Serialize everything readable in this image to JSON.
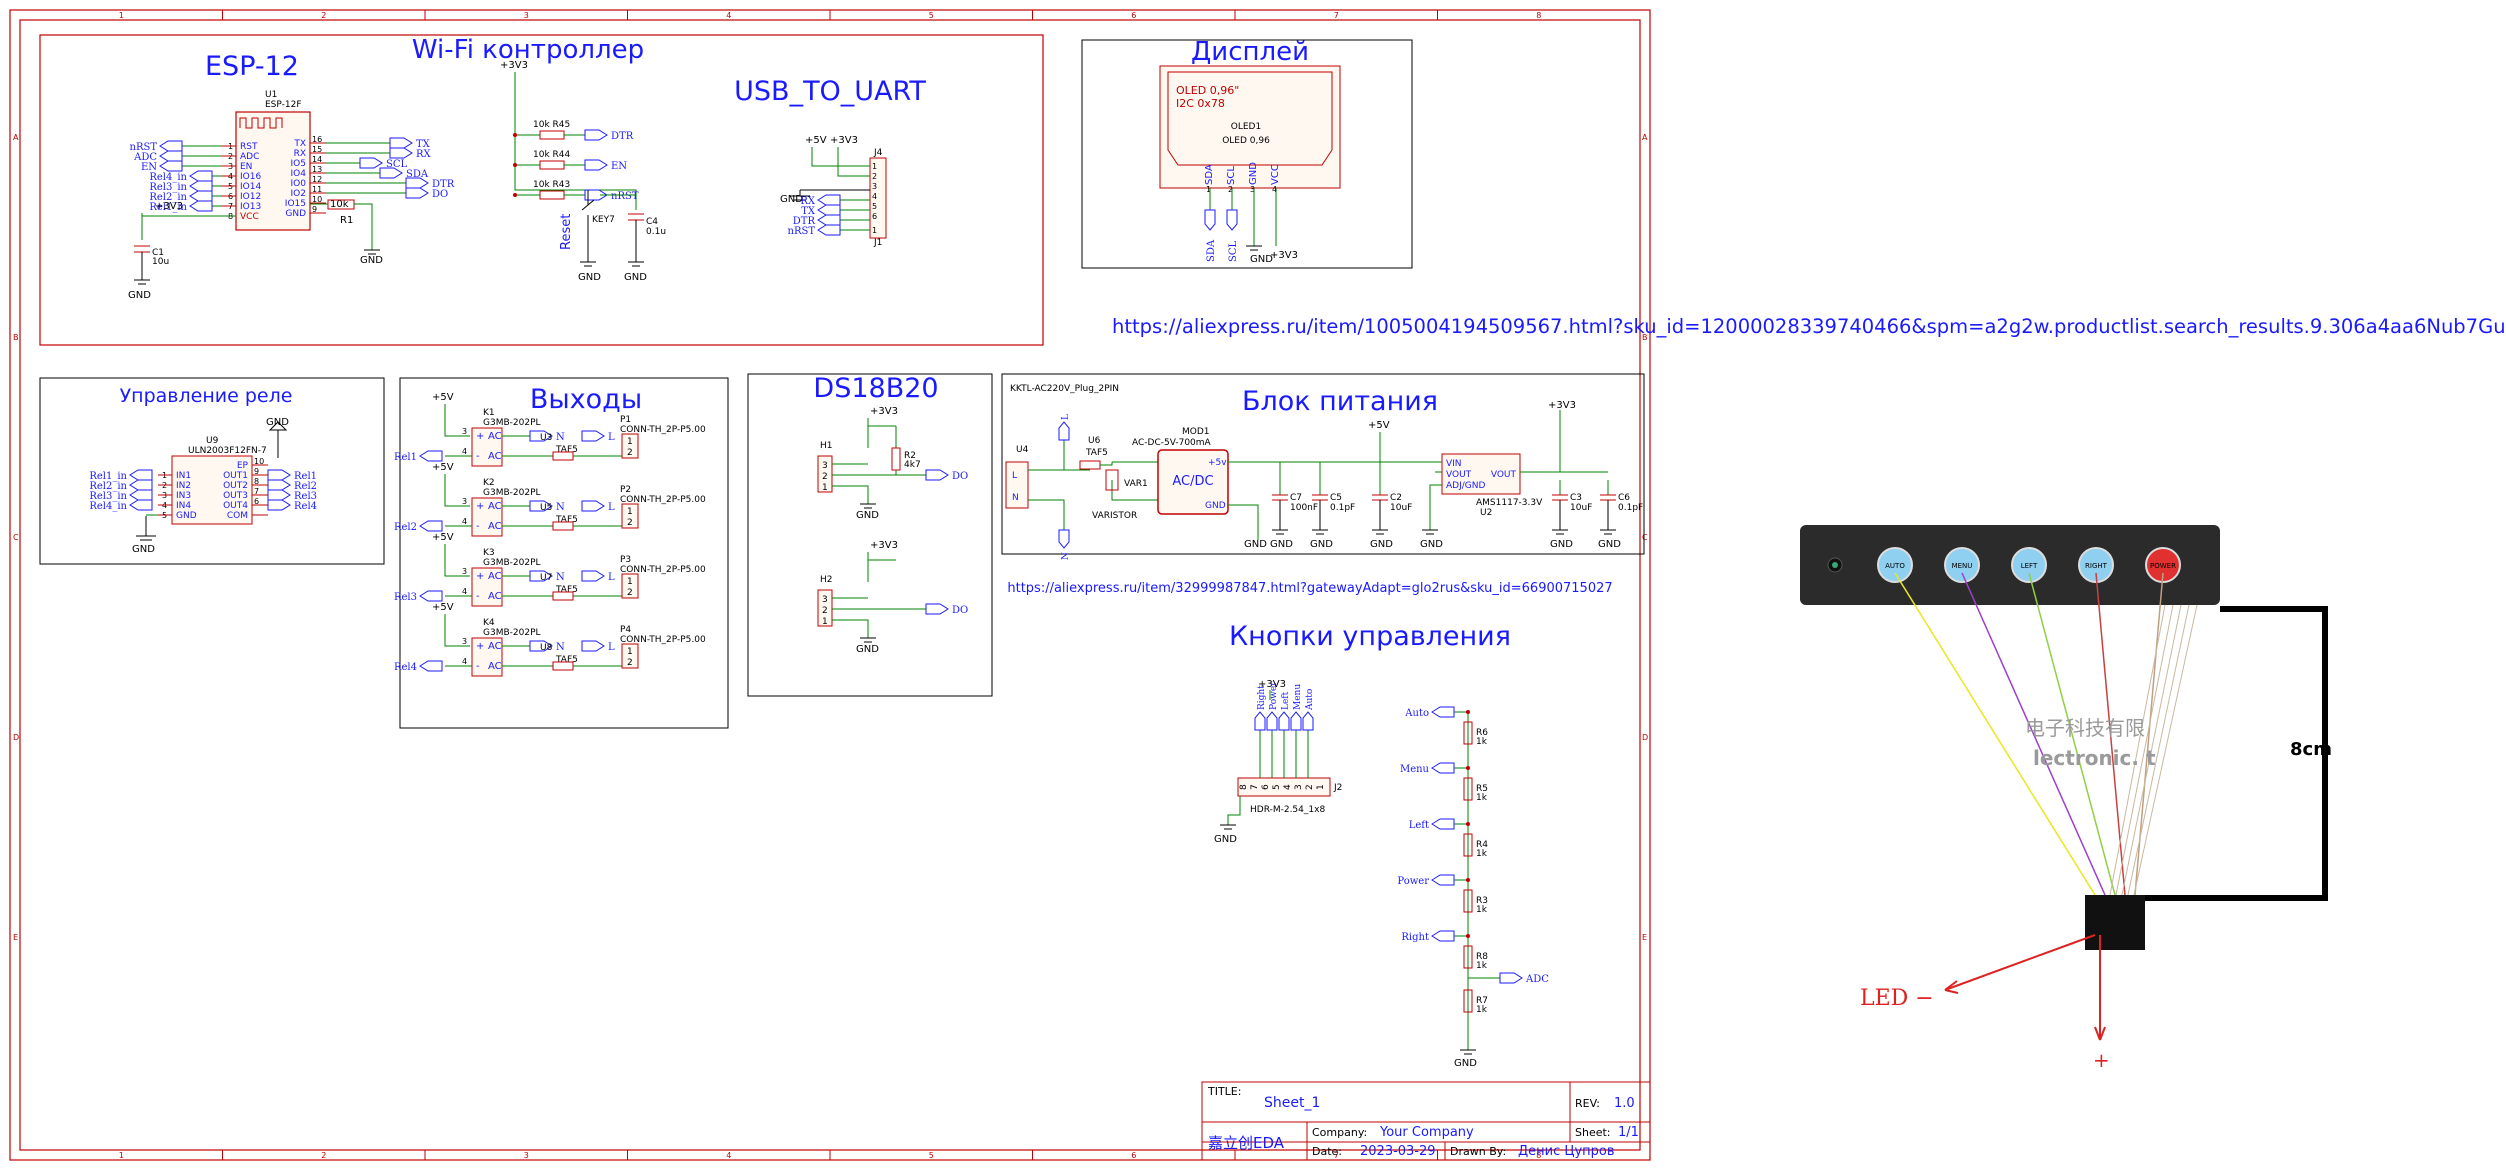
{
  "frame": {
    "col_numbers": [
      "1",
      "2",
      "3",
      "4",
      "5",
      "6",
      "7",
      "8"
    ],
    "row_letters": [
      "A",
      "B",
      "C",
      "D",
      "E"
    ]
  },
  "blocks": {
    "wifi": "Wi-Fi контроллер",
    "esp": "ESP-12",
    "usb": "USB_TO_UART",
    "display": "Дисплей",
    "relay_ctrl": "Управление реле",
    "outputs": "Выходы",
    "ds": "DS18B20",
    "power": "Блок питания",
    "buttons": "Кнопки управления"
  },
  "esp": {
    "ref": "U1",
    "part": "ESP-12F",
    "left_pins": [
      "RST",
      "ADC",
      "EN",
      "IO16",
      "IO14",
      "IO12",
      "IO13",
      "VCC"
    ],
    "left_nums": [
      "1",
      "2",
      "3",
      "4",
      "5",
      "6",
      "7",
      "8"
    ],
    "right_pins": [
      "TX",
      "RX",
      "IO5",
      "IO4",
      "IO0",
      "IO2",
      "IO15",
      "GND"
    ],
    "right_nums": [
      "16",
      "15",
      "14",
      "13",
      "12",
      "11",
      "10",
      "9"
    ],
    "left_nets": [
      "nRST",
      "ADC",
      "EN",
      "Rel4_in",
      "Rel3_in",
      "Rel2_in",
      "Rel1_in"
    ],
    "right_nets": [
      "TX",
      "RX",
      "SCL",
      "SDA",
      "DTR",
      "DO"
    ],
    "r1": "R1",
    "r1_val": "10k",
    "c1": "C1",
    "c1_val": "10u",
    "v33": "+3V3",
    "gnd": "GND"
  },
  "reset": {
    "v33": "+3V3",
    "resistors": [
      {
        "label": "10k R45",
        "net": "DTR"
      },
      {
        "label": "10k R44",
        "net": "EN"
      },
      {
        "label": "10k R43",
        "net": "nRST"
      }
    ],
    "switch_label": "Reset",
    "key": "KEY7",
    "c4": "C4",
    "c4_val": "0.1u",
    "gnd": "GND"
  },
  "uart": {
    "v5": "+5V",
    "v33": "+3V3",
    "gnd": "GND",
    "conn": "J4",
    "conn2": "J1",
    "pins": [
      "1",
      "2",
      "3",
      "4",
      "5",
      "6",
      "1"
    ],
    "nets": [
      "RX",
      "TX",
      "DTR",
      "nRST"
    ]
  },
  "oled": {
    "line1": "OLED 0,96\"",
    "line2": "I2C 0x78",
    "ref": "OLED1",
    "part": "OLED 0,96",
    "pins": [
      "SDA",
      "SCL",
      "GND",
      "VCC"
    ],
    "pin_nums": [
      "1",
      "2",
      "3",
      "4"
    ],
    "nets": [
      "SDA",
      "SCL"
    ],
    "gnd": "GND",
    "v33": "+3V3"
  },
  "url1": "https://aliexpress.ru/item/1005004194509567.html?sku_id=12000028339740466&spm=a2g2w.productlist.search_results.9.306a4aa6Nub7Gu",
  "uln": {
    "ref": "U9",
    "part": "ULN2003F12FN-7",
    "left_pins": [
      "IN1",
      "IN2",
      "IN3",
      "IN4",
      "GND"
    ],
    "left_nums": [
      "1",
      "2",
      "3",
      "4",
      "5"
    ],
    "right_pins": [
      "EP",
      "OUT1",
      "OUT2",
      "OUT3",
      "OUT4",
      "COM"
    ],
    "right_nums": [
      "10",
      "9",
      "8",
      "7",
      "6"
    ],
    "in_nets": [
      "Rel1_in",
      "Rel2_in",
      "Rel3_in",
      "Rel4_in"
    ],
    "out_nets": [
      "Rel1",
      "Rel2",
      "Rel3",
      "Rel4"
    ],
    "gnd": "GND"
  },
  "relays": [
    {
      "k": "K1",
      "part": "G3MB-202PL",
      "u": "U3",
      "p": "P1",
      "fuse": "TAF5",
      "net": "Rel1",
      "v": "+5V"
    },
    {
      "k": "K2",
      "part": "G3MB-202PL",
      "u": "U5",
      "p": "P2",
      "fuse": "TAF5",
      "net": "Rel2",
      "v": "+5V"
    },
    {
      "k": "K3",
      "part": "G3MB-202PL",
      "u": "U7",
      "p": "P3",
      "fuse": "TAF5",
      "net": "Rel3",
      "v": "+5V"
    },
    {
      "k": "K4",
      "part": "G3MB-202PL",
      "u": "U8",
      "p": "P4",
      "fuse": "TAF5",
      "net": "Rel4",
      "v": "+5V"
    }
  ],
  "relay_common": {
    "conn": "CONN-TH_2P-P5.00",
    "ac": "AC",
    "plus": "+",
    "minus": "-",
    "n": "N",
    "l": "L",
    "n3": "3",
    "n4": "4",
    "p1": "1",
    "p2": "2"
  },
  "ds": {
    "v33": "+3V3",
    "gnd": "GND",
    "h1": "H1",
    "h2": "H2",
    "r2": "R2",
    "r2_val": "4k7",
    "net": "DO",
    "pins": [
      "3",
      "2",
      "1"
    ]
  },
  "psu": {
    "module_title": "KKTL-AC220V_Plug_2PIN",
    "u4": "U4",
    "u6": "U6",
    "fuse": "TAF5",
    "var": "VAR1",
    "varistor": "VARISTOR",
    "mod": "MOD1",
    "mod_part": "AC-DC-5V-700mA",
    "acdc": "AC/DC",
    "pins": [
      "+5v",
      "GND"
    ],
    "caps": [
      {
        "ref": "C7",
        "val": "100nF"
      },
      {
        "ref": "C5",
        "val": "0.1pF"
      },
      {
        "ref": "C2",
        "val": "10uF"
      },
      {
        "ref": "C3",
        "val": "10uF"
      },
      {
        "ref": "C6",
        "val": "0.1pF"
      }
    ],
    "reg": "AMS1117-3.3V",
    "reg_ref": "U2",
    "reg_pins": [
      "VIN",
      "VOUT",
      "ADJ/GND",
      "VOUT"
    ],
    "v5": "+5V",
    "v33": "+3V3",
    "gnd": "GND",
    "l": "L",
    "n": "N"
  },
  "url2": "https://aliexpress.ru/item/32999987847.html?gatewayAdapt=glo2rus&sku_id=66900715027",
  "hdr": {
    "v33": "+3V3",
    "ref": "J2",
    "part": "HDR-M-2.54_1x8",
    "nets": [
      "Right",
      "Power",
      "Left",
      "Menu",
      "Auto"
    ],
    "pins": [
      "8",
      "7",
      "6",
      "5",
      "4",
      "3",
      "2",
      "1"
    ],
    "gnd": "GND"
  },
  "buttons": {
    "rows": [
      {
        "net": "Auto",
        "r": "R6",
        "v": "1k"
      },
      {
        "net": "Menu",
        "r": "R5",
        "v": "1k"
      },
      {
        "net": "Left",
        "r": "R4",
        "v": "1k"
      },
      {
        "net": "Power",
        "r": "R3",
        "v": "1k"
      },
      {
        "net": "Right",
        "r": "R8",
        "v": "1k"
      }
    ],
    "adc": "ADC",
    "r7": "R7",
    "r7_val": "1k",
    "gnd": "GND"
  },
  "title_block": {
    "title_label": "TITLE:",
    "title": "Sheet_1",
    "rev_label": "REV:",
    "rev": "1.0",
    "company_label": "Company:",
    "company": "Your Company",
    "sheet_label": "Sheet:",
    "sheet": "1/1",
    "date_label": "Date:",
    "date": "2023-03-29",
    "drawn_label": "Drawn By:",
    "drawn": "Денис Цупров",
    "logo": "嘉立创EDA"
  },
  "photo": {
    "buttons": [
      "AUTO",
      "MENU",
      "LEFT",
      "RIGHT",
      "POWER"
    ],
    "button_colors": [
      "#8fd0f0",
      "#8fd0f0",
      "#8fd0f0",
      "#8fd0f0",
      "#e03030"
    ],
    "dimension": "8cm",
    "led_label": "LED  −",
    "plus_label": "+",
    "watermark1": "电子科技有限",
    "watermark2": "lectronic. t"
  }
}
